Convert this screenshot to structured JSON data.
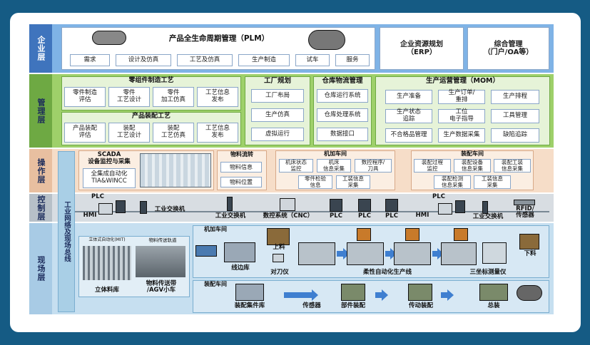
{
  "layers": {
    "enterprise": "企业层",
    "management": "管理层",
    "operation": "操作层",
    "control": "控制层",
    "field": "现场层"
  },
  "network": "工业网络及现场总线",
  "plm": {
    "title": "产品全生命周期管理（PLM）",
    "items": [
      "需求",
      "设计及仿真",
      "工艺及仿真",
      "生产制造",
      "试车",
      "服务"
    ]
  },
  "erp": "企业资源规划\n（ERP）",
  "oa": "综合管理\n（门户/OA等）",
  "parts_process": {
    "title": "零组件制造工艺",
    "items": [
      "零件制造\n评估",
      "零件\n工艺设计",
      "零件\n加工仿真",
      "工艺信息\n发布"
    ]
  },
  "assembly_process": {
    "title": "产品装配工艺",
    "items": [
      "产品装配\n评估",
      "装配\n工艺设计",
      "装配\n工艺仿真",
      "工艺信息\n发布"
    ]
  },
  "factory": {
    "title": "工厂规划",
    "items": [
      "工厂布局",
      "生产仿真",
      "虚拟运行"
    ]
  },
  "warehouse": {
    "title": "仓库物流管理",
    "items": [
      "仓库运行系统",
      "仓库处理系统",
      "数据接口"
    ]
  },
  "mom": {
    "title": "生产运营管理（MOM）",
    "items": [
      "生产准备",
      "生产订单/\n重排",
      "生产排程",
      "生产状态\n追踪",
      "工位\n电子指导",
      "工具管理",
      "不合格品管理",
      "生产数据采集",
      "缺陷追踪"
    ]
  },
  "scada": {
    "title": "SCADA\n设备监控与采集",
    "body": "全集成自动化\nTIA&WINCC"
  },
  "material_flow": {
    "title": "物料流转",
    "items": [
      "物料信息",
      "物料位置"
    ]
  },
  "machining_op": {
    "title": "机加车间",
    "items": [
      "机床状态\n监控",
      "机床\n信息采集",
      "数控程序/\n刀具",
      "零件检验\n信息",
      "工装信息\n采集"
    ]
  },
  "assembly_op": {
    "title": "装配车间",
    "items": [
      "装配过程\n监控",
      "装配设备\n信息采集",
      "装配工装\n信息采集",
      "装配检测\n信息采集",
      "工装信息\n采集"
    ]
  },
  "control": {
    "plc1": "PLC",
    "hmi1": "HMI",
    "switch1": "工业交换机",
    "switch2": "工业交换机",
    "cnc": "数控系统（CNC）",
    "plc2": "PLC",
    "plc3": "PLC",
    "plc4": "PLC",
    "plc5": "PLC",
    "hmi2": "HMI",
    "switch3": "工业交换机",
    "rfid": "RFID/\n传感器"
  },
  "field": {
    "auto_store_label": "立体式自动化(MIT)",
    "conveyor_label": "物料传送轨道",
    "stereo_store": "立体料库",
    "agv": "物料传送带\n/AGV小车",
    "machining": "机加车间",
    "edge_store": "线边库",
    "loading": "上料",
    "tool_setter": "对刀仪",
    "flex_line": "柔性自动化生产线",
    "cmm": "三坐标测量仪",
    "unloading": "下料",
    "assembly": "装配车间",
    "assembly_store": "装配集件库",
    "sensor": "传感器",
    "part_assembly": "部件装配",
    "transmission_assembly": "传动装配",
    "final_assembly": "总装"
  }
}
